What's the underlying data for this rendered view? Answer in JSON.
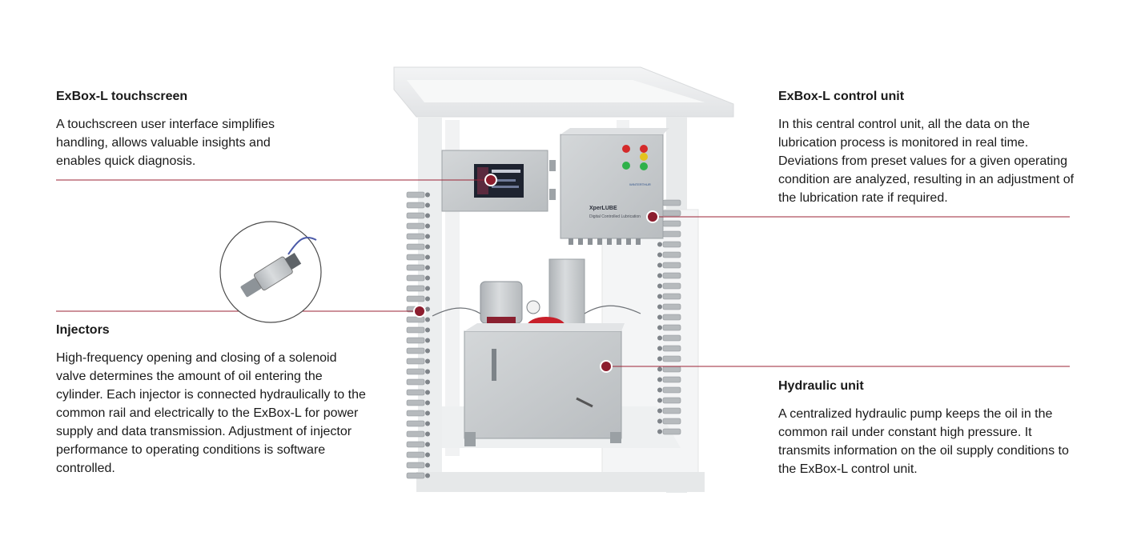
{
  "callouts": {
    "touchscreen": {
      "title": "ExBox-L touchscreen",
      "text": "A touchscreen user interface simplifies handling, allows valuable insights and enables quick diagnosis."
    },
    "control_unit": {
      "title": "ExBox-L control unit",
      "text": "In this central control unit, all the data on the lubrication process is monitored in real time. Deviations from preset values for a given operating condition are analyzed, resulting in an adjustment of the lubrication rate if required."
    },
    "injectors": {
      "title": "Injectors",
      "text": "High-frequency opening and closing of a solenoid valve determines the amount of oil entering the cylinder. Each injector is connected hydraulically to the common rail and electrically to the ExBox-L for power supply and data transmission. Adjustment of injector performance to operating conditions is software controlled."
    },
    "hydraulic": {
      "title": "Hydraulic unit",
      "text": "A centralized hydraulic pump keeps the oil in the common rail under constant high pressure. It transmits information on the oil supply conditions to the ExBox-L control unit."
    }
  },
  "product_labels": {
    "brand": "XperLUBE",
    "subtitle": "Digital Controlled Lubrication",
    "maker": "WINTERTHUR"
  },
  "colors": {
    "accent": "#8c1d2e",
    "leader_line": "#9b2335",
    "frame": "#eceeef",
    "steel": "#c9cccf"
  }
}
